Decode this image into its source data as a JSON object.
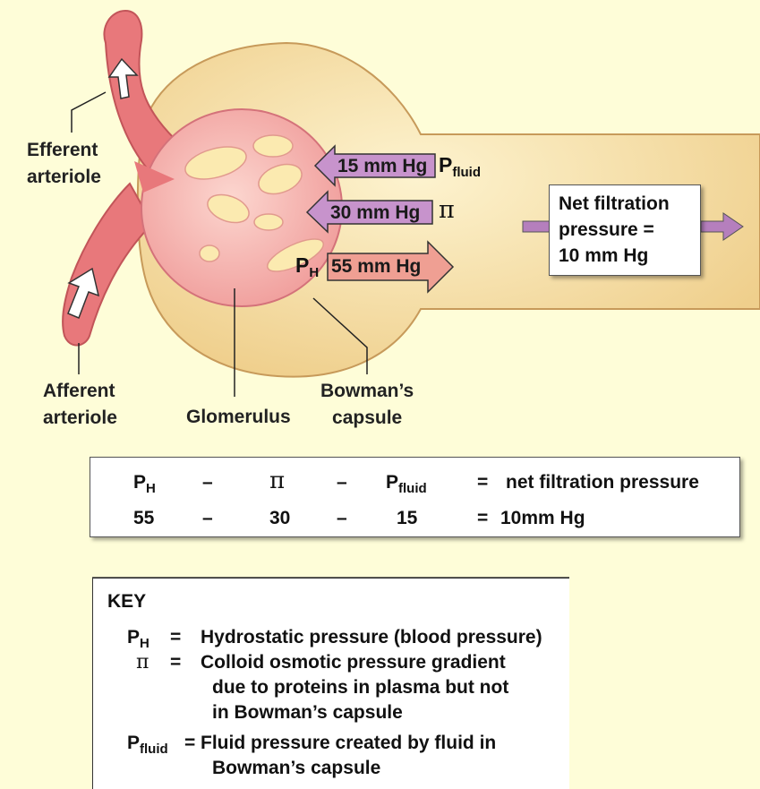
{
  "labels": {
    "efferent_line1": "Efferent",
    "efferent_line2": "arteriole",
    "afferent_line1": "Afferent",
    "afferent_line2": "arteriole",
    "glomerulus": "Glomerulus",
    "bowmans_line1": "Bowman’s",
    "bowmans_line2": "capsule"
  },
  "arrows": {
    "p_fluid": {
      "value": "15 mm Hg",
      "symbol": "P",
      "symbol_sub": "fluid",
      "color": "#c793cc"
    },
    "pi": {
      "value": "30 mm Hg",
      "symbol": "π",
      "color": "#c793cc"
    },
    "p_h": {
      "value": "55 mm Hg",
      "symbol": "P",
      "symbol_sub": "H",
      "color": "#ef9f93"
    }
  },
  "net_box": {
    "line1": "Net filtration",
    "line2": "pressure =",
    "line3": "10 mm Hg"
  },
  "equation": {
    "row1": {
      "ph": "P",
      "ph_sub": "H",
      "minus1": "–",
      "pi": "π",
      "minus2": "–",
      "pfluid": "P",
      "pfluid_sub": "fluid",
      "equals": "=",
      "result": "net filtration pressure"
    },
    "row2": {
      "ph": "55",
      "minus1": "–",
      "pi": "30",
      "minus2": "–",
      "pfluid": "15",
      "equals": "=",
      "result": "10mm Hg"
    }
  },
  "key": {
    "title": "KEY",
    "ph_sym": "P",
    "ph_sub": "H",
    "ph_eq": "=",
    "ph_desc": "Hydrostatic pressure (blood pressure)",
    "pi_sym": "π",
    "pi_eq": "=",
    "pi_desc1": "Colloid osmotic pressure gradient",
    "pi_desc2": "due to proteins in plasma but not",
    "pi_desc3": "in Bowman’s capsule",
    "pf_sym": "P",
    "pf_sub": "fluid",
    "pf_eq": "=",
    "pf_desc1": "Fluid pressure created by fluid in",
    "pf_desc2": "Bowman’s capsule"
  },
  "colors": {
    "background": "#fefdd8",
    "vessel": "#e8787b",
    "capsule": "#f5d89c",
    "glomerulus": "#f6b9b4",
    "pores": "#fbeab0",
    "purple_arrow": "#c793cc",
    "pink_arrow": "#ef9f93"
  }
}
